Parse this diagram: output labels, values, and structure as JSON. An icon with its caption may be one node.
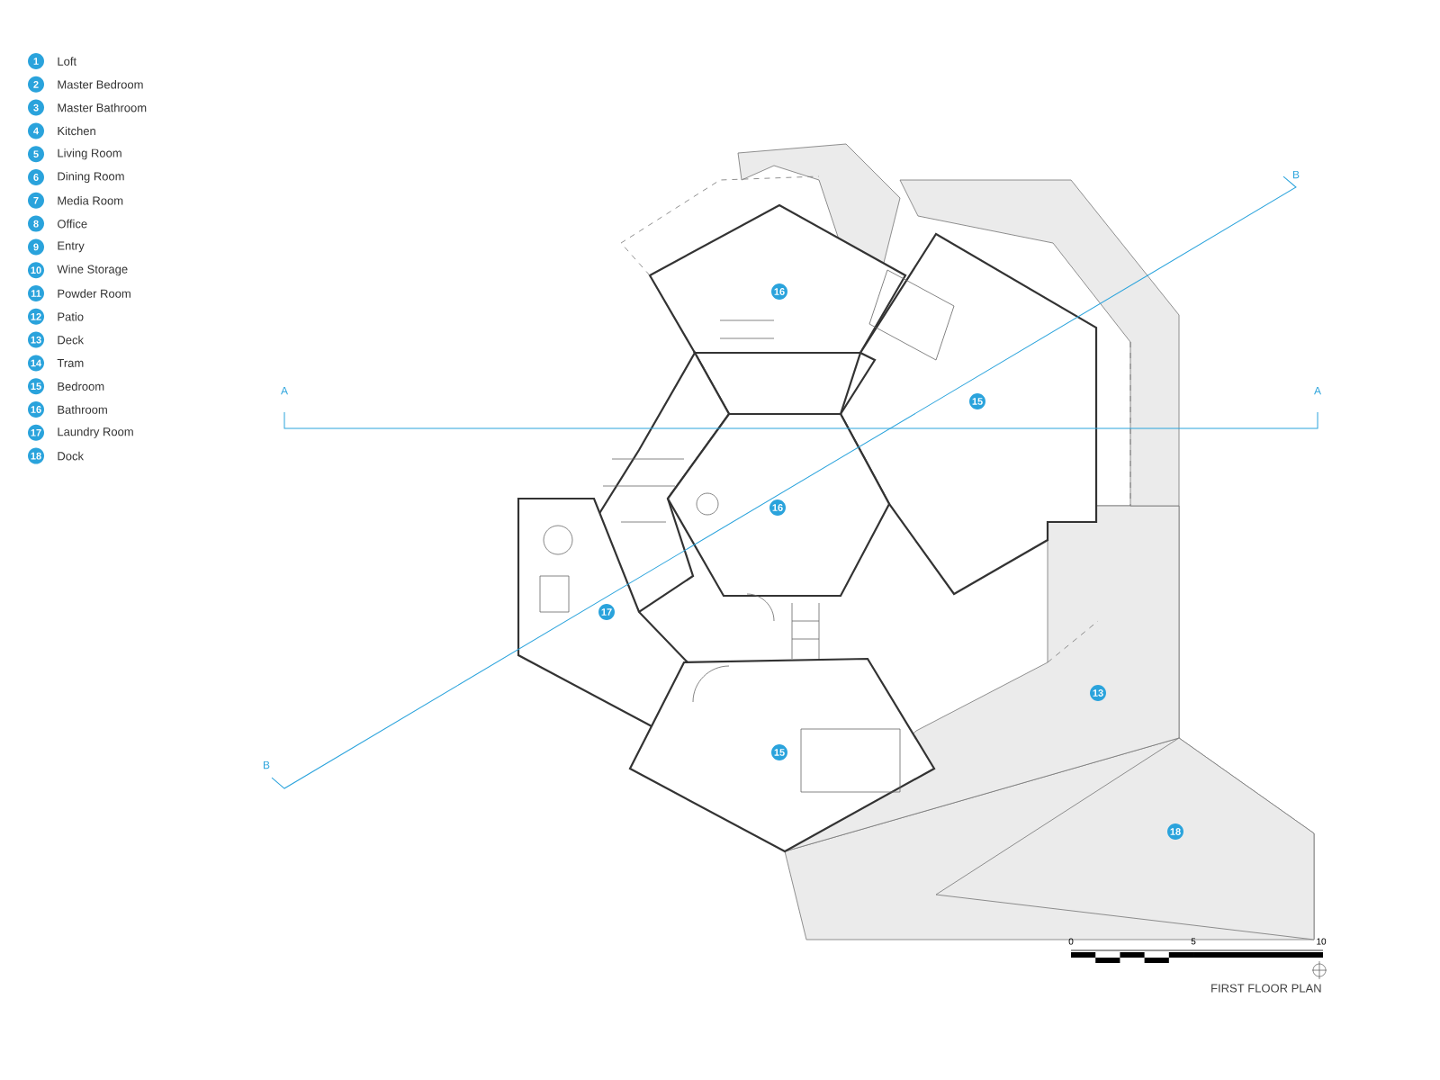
{
  "diagram": {
    "labels": [
      "1",
      "2",
      "3",
      "4",
      "5",
      "6",
      "7",
      "8",
      "9",
      "10",
      "11",
      "12",
      "13",
      "14",
      "15",
      "16",
      "17",
      "18",
      "B",
      "16",
      "A",
      "A",
      "15",
      "16",
      "17",
      "13",
      "15",
      "B",
      "18",
      "0",
      "5",
      "10",
      "FIRST FLOOR PLAN"
    ],
    "legend": [
      {
        "text": "Loft"
      },
      {
        "text": "Master Bedroom"
      },
      {
        "text": "Master Bathroom"
      },
      {
        "text": "Kitchen"
      },
      {
        "text": "Living Room"
      },
      {
        "text": "Dining Room"
      },
      {
        "text": "Media Room"
      },
      {
        "text": "Office"
      },
      {
        "text": "Entry"
      },
      {
        "text": "Wine Storage"
      },
      {
        "text": "Powder Room"
      },
      {
        "text": "Patio"
      },
      {
        "text": "Deck"
      },
      {
        "text": "Tram"
      },
      {
        "text": "Bedroom"
      },
      {
        "text": "Bathroom"
      },
      {
        "text": "Laundry Room"
      },
      {
        "text": "Dock"
      }
    ]
  }
}
